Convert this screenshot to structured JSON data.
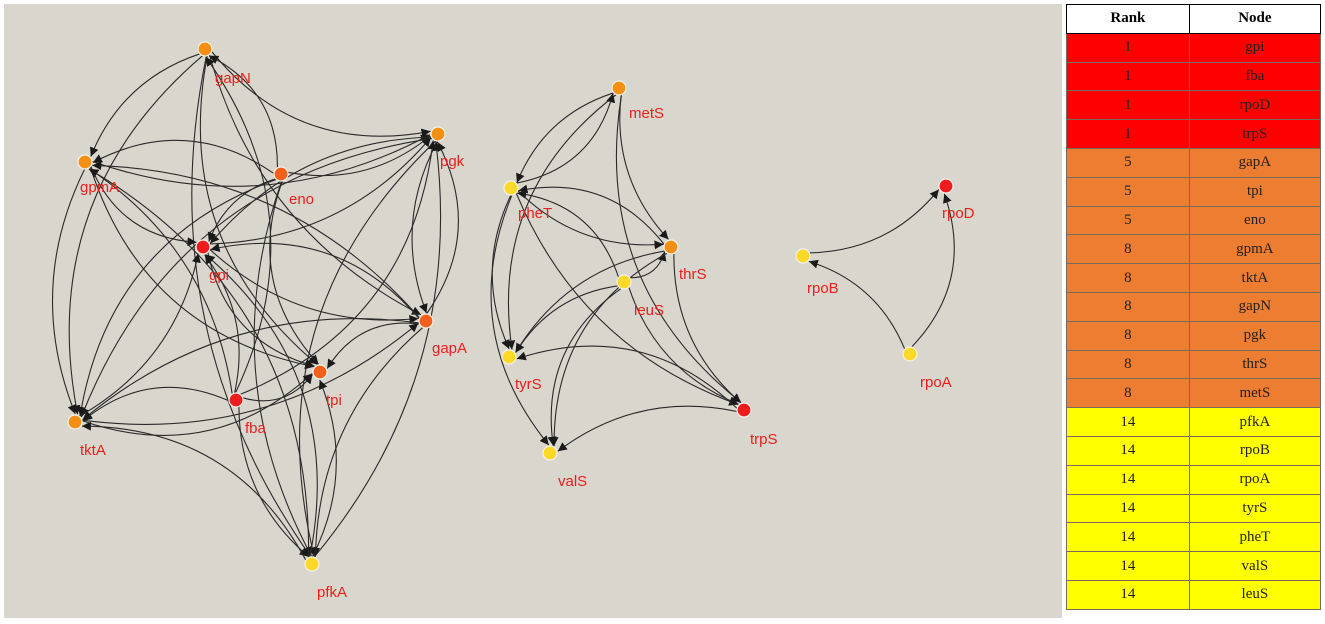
{
  "colors": {
    "rank1": "#ff0000",
    "rank5": "#ed7d31",
    "rank8": "#ed7d31",
    "rank14": "#ffff00",
    "node_red": "#ee1c1c",
    "node_orange_dark": "#f2601a",
    "node_orange": "#f39013",
    "node_yellow": "#fbd926",
    "label": "#e8201c",
    "edge": "#2a2a2a",
    "panel_bg": "#d9d6ce"
  },
  "table": {
    "headers": {
      "rank": "Rank",
      "node": "Node"
    },
    "rows": [
      {
        "rank": "1",
        "node": "gpi",
        "tier": "rank1"
      },
      {
        "rank": "1",
        "node": "fba",
        "tier": "rank1"
      },
      {
        "rank": "1",
        "node": "rpoD",
        "tier": "rank1"
      },
      {
        "rank": "1",
        "node": "trpS",
        "tier": "rank1"
      },
      {
        "rank": "5",
        "node": "gapA",
        "tier": "rank5"
      },
      {
        "rank": "5",
        "node": "tpi",
        "tier": "rank5"
      },
      {
        "rank": "5",
        "node": "eno",
        "tier": "rank5"
      },
      {
        "rank": "8",
        "node": "gpmA",
        "tier": "rank8"
      },
      {
        "rank": "8",
        "node": "tktA",
        "tier": "rank8"
      },
      {
        "rank": "8",
        "node": "gapN",
        "tier": "rank8"
      },
      {
        "rank": "8",
        "node": "pgk",
        "tier": "rank8"
      },
      {
        "rank": "8",
        "node": "thrS",
        "tier": "rank8"
      },
      {
        "rank": "8",
        "node": "metS",
        "tier": "rank8"
      },
      {
        "rank": "14",
        "node": "pfkA",
        "tier": "rank14"
      },
      {
        "rank": "14",
        "node": "rpoB",
        "tier": "rank14"
      },
      {
        "rank": "14",
        "node": "rpoA",
        "tier": "rank14"
      },
      {
        "rank": "14",
        "node": "tyrS",
        "tier": "rank14"
      },
      {
        "rank": "14",
        "node": "pheT",
        "tier": "rank14"
      },
      {
        "rank": "14",
        "node": "valS",
        "tier": "rank14"
      },
      {
        "rank": "14",
        "node": "leuS",
        "tier": "rank14"
      }
    ]
  },
  "nodes": [
    {
      "id": "gapN",
      "color": "node_orange"
    },
    {
      "id": "pgk",
      "color": "node_orange"
    },
    {
      "id": "gpmA",
      "color": "node_orange"
    },
    {
      "id": "eno",
      "color": "node_orange_dark"
    },
    {
      "id": "gpi",
      "color": "node_red"
    },
    {
      "id": "gapA",
      "color": "node_orange_dark"
    },
    {
      "id": "tpi",
      "color": "node_orange_dark"
    },
    {
      "id": "fba",
      "color": "node_red"
    },
    {
      "id": "tktA",
      "color": "node_orange"
    },
    {
      "id": "pfkA",
      "color": "node_yellow"
    },
    {
      "id": "metS",
      "color": "node_orange"
    },
    {
      "id": "pheT",
      "color": "node_yellow"
    },
    {
      "id": "thrS",
      "color": "node_orange"
    },
    {
      "id": "leuS",
      "color": "node_yellow"
    },
    {
      "id": "tyrS",
      "color": "node_yellow"
    },
    {
      "id": "trpS",
      "color": "node_red"
    },
    {
      "id": "valS",
      "color": "node_yellow"
    },
    {
      "id": "rpoD",
      "color": "node_red"
    },
    {
      "id": "rpoB",
      "color": "node_yellow"
    },
    {
      "id": "rpoA",
      "color": "node_yellow"
    }
  ],
  "edges": [
    [
      "gapN",
      "pgk"
    ],
    [
      "gapN",
      "gpmA"
    ],
    [
      "gapN",
      "tpi"
    ],
    [
      "gapN",
      "pfkA"
    ],
    [
      "gapN",
      "tktA"
    ],
    [
      "gapN",
      "gapA"
    ],
    [
      "eno",
      "gapN"
    ],
    [
      "eno",
      "pgk"
    ],
    [
      "eno",
      "gpmA"
    ],
    [
      "eno",
      "gpi"
    ],
    [
      "eno",
      "tpi"
    ],
    [
      "eno",
      "pfkA"
    ],
    [
      "eno",
      "tktA"
    ],
    [
      "gpmA",
      "pgk"
    ],
    [
      "gpmA",
      "tpi"
    ],
    [
      "gpmA",
      "tktA"
    ],
    [
      "gpmA",
      "gpi"
    ],
    [
      "pgk",
      "gpi"
    ],
    [
      "pgk",
      "tktA"
    ],
    [
      "pgk",
      "gapA"
    ],
    [
      "pgk",
      "pfkA"
    ],
    [
      "gpi",
      "gapA"
    ],
    [
      "gpi",
      "tpi"
    ],
    [
      "gpi",
      "pgk"
    ],
    [
      "gapA",
      "tpi"
    ],
    [
      "gapA",
      "tktA"
    ],
    [
      "gapA",
      "gpi"
    ],
    [
      "gapA",
      "pfkA"
    ],
    [
      "gapA",
      "pgk"
    ],
    [
      "gapA",
      "gpmA"
    ],
    [
      "fba",
      "tktA"
    ],
    [
      "fba",
      "gpi"
    ],
    [
      "fba",
      "tpi"
    ],
    [
      "fba",
      "pfkA"
    ],
    [
      "fba",
      "gapN"
    ],
    [
      "fba",
      "gpmA"
    ],
    [
      "fba",
      "pgk"
    ],
    [
      "tktA",
      "gpi"
    ],
    [
      "tktA",
      "tpi"
    ],
    [
      "tktA",
      "gapA"
    ],
    [
      "pfkA",
      "tktA"
    ],
    [
      "pfkA",
      "tpi"
    ],
    [
      "pfkA",
      "gpi"
    ],
    [
      "pfkA",
      "pgk"
    ],
    [
      "pfkA",
      "gpmA"
    ],
    [
      "metS",
      "thrS"
    ],
    [
      "metS",
      "trpS"
    ],
    [
      "metS",
      "pheT"
    ],
    [
      "metS",
      "tyrS"
    ],
    [
      "pheT",
      "thrS"
    ],
    [
      "pheT",
      "metS"
    ],
    [
      "pheT",
      "tyrS"
    ],
    [
      "pheT",
      "valS"
    ],
    [
      "pheT",
      "trpS"
    ],
    [
      "leuS",
      "thrS"
    ],
    [
      "leuS",
      "tyrS"
    ],
    [
      "leuS",
      "valS"
    ],
    [
      "leuS",
      "trpS"
    ],
    [
      "leuS",
      "pheT"
    ],
    [
      "thrS",
      "tyrS"
    ],
    [
      "thrS",
      "valS"
    ],
    [
      "thrS",
      "trpS"
    ],
    [
      "thrS",
      "pheT"
    ],
    [
      "trpS",
      "valS"
    ],
    [
      "trpS",
      "tyrS"
    ],
    [
      "rpoB",
      "rpoD"
    ],
    [
      "rpoA",
      "rpoD"
    ],
    [
      "rpoA",
      "rpoB"
    ]
  ]
}
